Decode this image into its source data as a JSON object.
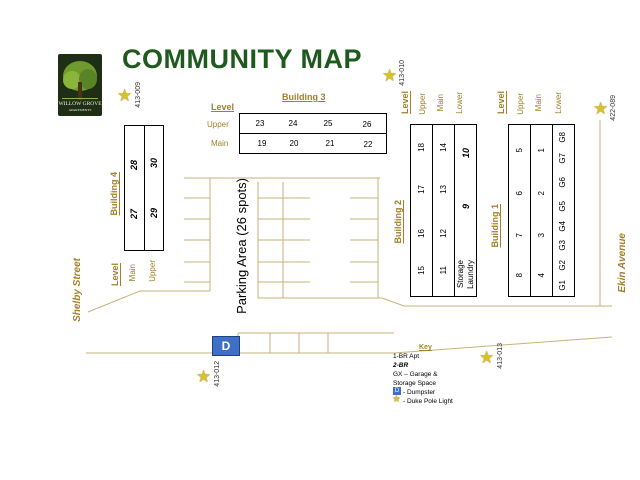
{
  "title": "COMMUNITY MAP",
  "logo": {
    "name": "WILLOW GROVE",
    "sub": "APARTMENTS"
  },
  "labels": {
    "level": "Level",
    "upper": "Upper",
    "main": "Main",
    "lower": "Lower"
  },
  "building3": {
    "name": "Building 3",
    "upper": [
      "23",
      "24",
      "25",
      "26"
    ],
    "main": [
      "19",
      "20",
      "21",
      "22"
    ]
  },
  "building4": {
    "name": "Building 4",
    "main": [
      "28",
      "27"
    ],
    "upper": [
      "30",
      "29"
    ]
  },
  "building2": {
    "name": "Building 2",
    "upper": [
      "18",
      "16",
      "15"
    ],
    "upper_extra": "17",
    "main": [
      "14",
      "13",
      "12",
      "11"
    ],
    "lower": [
      "10",
      "9"
    ],
    "storage": "Storage",
    "laundry": "Laundry"
  },
  "building1": {
    "name": "Building 1",
    "upper": [
      "5",
      "6",
      "7",
      "8"
    ],
    "main": [
      "1",
      "2",
      "3",
      "4"
    ],
    "lower": [
      "G8",
      "G7",
      "G6",
      "G5",
      "G4",
      "G3",
      "G2",
      "G1"
    ]
  },
  "parking": {
    "label": "Parking Area (26 spots)"
  },
  "streets": {
    "west": "Shelby Street",
    "east": "Ekin Avenue"
  },
  "poles": [
    "413-009",
    "413-010",
    "422-089",
    "413-012",
    "413-013"
  ],
  "dumpster": "D",
  "key": {
    "title": "Key",
    "one_br": "1-BR Apt",
    "two_br": "2-BR",
    "garage": "GX – Garage &",
    "garage2": "Storage Space",
    "dumpster": "- Dumpster",
    "pole": "- Duke Pole Light"
  },
  "colors": {
    "title": "#1e5a1e",
    "label": "#a4802a",
    "dumpster": "#3d70c6",
    "pole": "#d8c12a",
    "road": "#c7b27a"
  }
}
